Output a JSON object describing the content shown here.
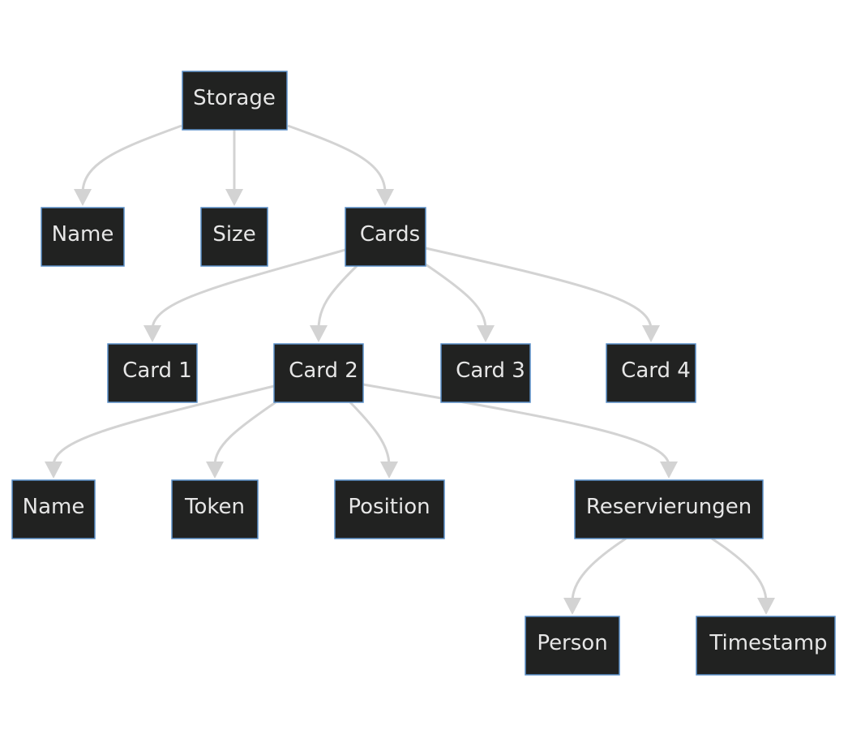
{
  "diagram": {
    "nodes": {
      "storage": "Storage",
      "name_top": "Name",
      "size": "Size",
      "cards": "Cards",
      "card1": "Card 1",
      "card2": "Card 2",
      "card3": "Card 3",
      "card4": "Card 4",
      "name_card": "Name",
      "token": "Token",
      "position": "Position",
      "reservierungen": "Reservierungen",
      "person": "Person",
      "timestamp": "Timestamp"
    },
    "edges": [
      [
        "storage",
        "name_top"
      ],
      [
        "storage",
        "size"
      ],
      [
        "storage",
        "cards"
      ],
      [
        "cards",
        "card1"
      ],
      [
        "cards",
        "card2"
      ],
      [
        "cards",
        "card3"
      ],
      [
        "cards",
        "card4"
      ],
      [
        "card2",
        "name_card"
      ],
      [
        "card2",
        "token"
      ],
      [
        "card2",
        "position"
      ],
      [
        "card2",
        "reservierungen"
      ],
      [
        "reservierungen",
        "person"
      ],
      [
        "reservierungen",
        "timestamp"
      ]
    ],
    "colors": {
      "node_fill": "#212221",
      "node_border": "#5a8fc8",
      "node_text": "#e6e6e6",
      "edge": "#d3d3d3"
    }
  }
}
